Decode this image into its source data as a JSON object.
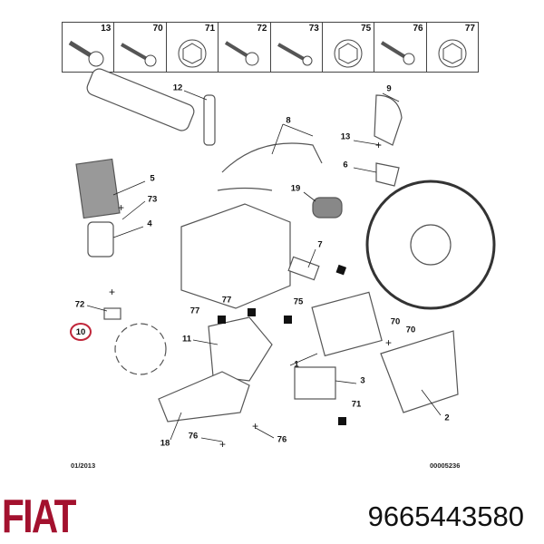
{
  "hardware_strip": [
    "13",
    "70",
    "71",
    "72",
    "73",
    "75",
    "76",
    "77"
  ],
  "callouts": [
    "12",
    "9",
    "8",
    "13",
    "6",
    "5",
    "19",
    "73",
    "4",
    "7",
    "75",
    "72",
    "77",
    "77",
    "10",
    "70",
    "70",
    "11",
    "1",
    "3",
    "71",
    "2",
    "18",
    "76",
    "76"
  ],
  "highlighted_callout": "10",
  "footer": {
    "date": "01/2013",
    "ref": "00005236"
  },
  "brand": "FIAT",
  "part_number": "9665443580",
  "colors": {
    "brand": "#a3112e",
    "highlight": "#c0263a"
  }
}
